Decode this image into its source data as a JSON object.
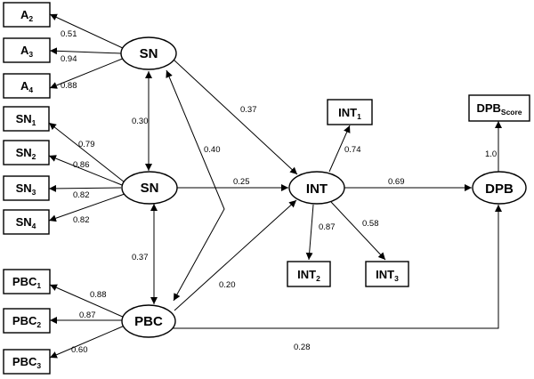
{
  "nodes": {
    "A2": {
      "base": "A",
      "sub": "2"
    },
    "A3": {
      "base": "A",
      "sub": "3"
    },
    "A4": {
      "base": "A",
      "sub": "4"
    },
    "SN1": {
      "base": "SN",
      "sub": "1"
    },
    "SN2": {
      "base": "SN",
      "sub": "2"
    },
    "SN3": {
      "base": "SN",
      "sub": "3"
    },
    "SN4": {
      "base": "SN",
      "sub": "4"
    },
    "PBC1": {
      "base": "PBC",
      "sub": "1"
    },
    "PBC2": {
      "base": "PBC",
      "sub": "2"
    },
    "PBC3": {
      "base": "PBC",
      "sub": "3"
    },
    "INT1": {
      "base": "INT",
      "sub": "1"
    },
    "INT2": {
      "base": "INT",
      "sub": "2"
    },
    "INT3": {
      "base": "INT",
      "sub": "3"
    },
    "DPBS": {
      "base": "DPB",
      "sub": "Score"
    },
    "SN_top": {
      "label": "SN"
    },
    "SN_mid": {
      "label": "SN"
    },
    "PBC": {
      "label": "PBC"
    },
    "INT": {
      "label": "INT"
    },
    "DPB": {
      "label": "DPB"
    }
  },
  "edges": {
    "sn_a2": "0.51",
    "sn_a3": "0.94",
    "sn_a4": "0.88",
    "sntop_snmid": "0.30",
    "sntop_int": "0.37",
    "pbc_sntop": "0.40",
    "snmid_sn1": "0.79",
    "snmid_sn2": "0.86",
    "snmid_sn3": "0.82",
    "snmid_sn4": "0.82",
    "snmid_int": "0.25",
    "snmid_pbc": "0.37",
    "int_int1": "0.74",
    "int_int2": "0.87",
    "int_int3": "0.58",
    "int_dpb": "0.69",
    "dpb_score": "1.0",
    "pbc_int": "0.20",
    "pbc_pbc1": "0.88",
    "pbc_pbc2": "0.87",
    "pbc_pbc3": "0.60",
    "pbc_dpb": "0.28"
  }
}
